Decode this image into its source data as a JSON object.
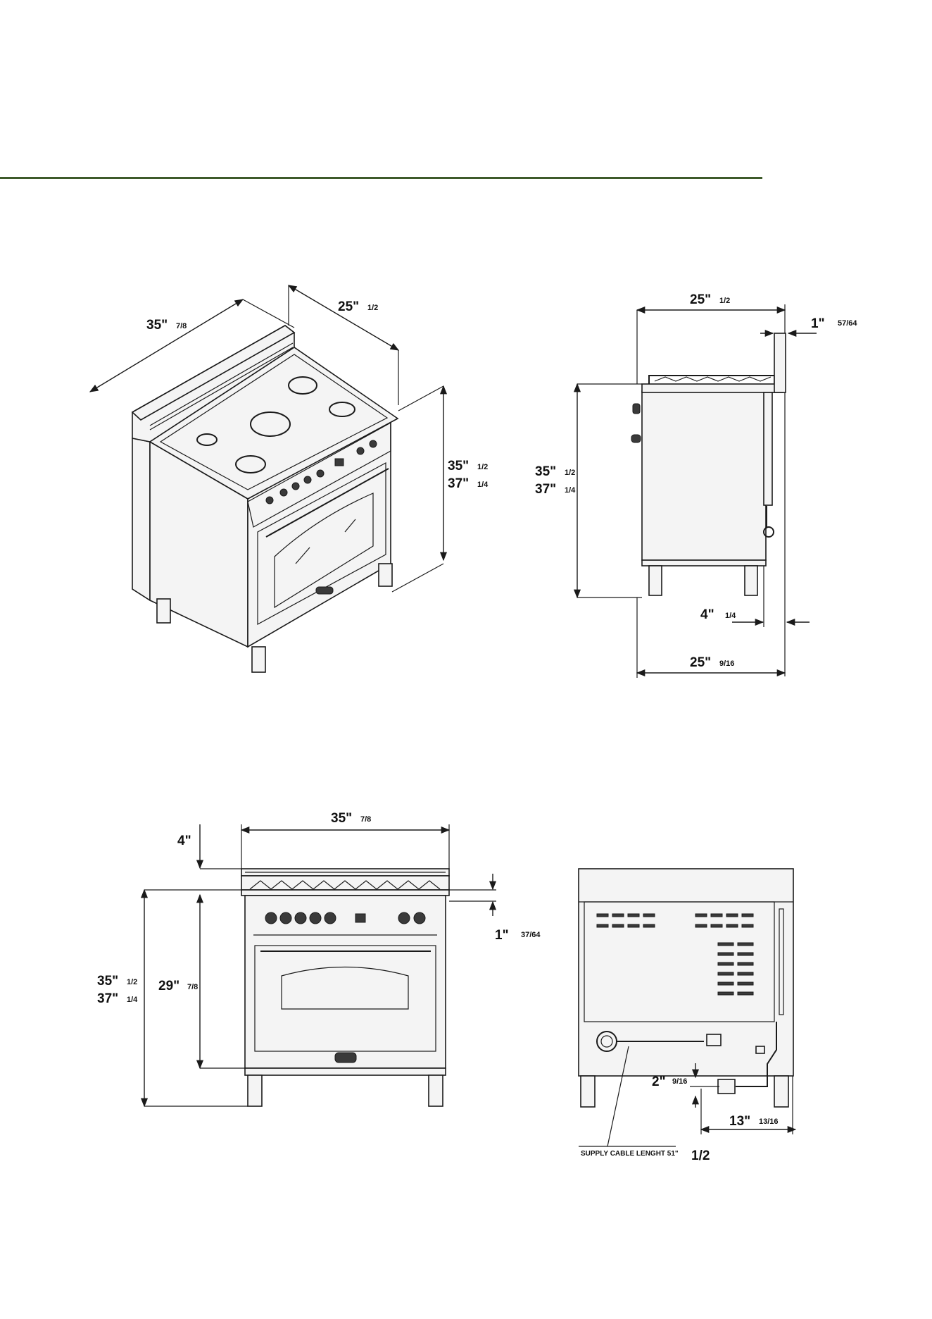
{
  "header": {
    "rule_color": "#3d5a2a"
  },
  "iso_view": {
    "width": "35\"",
    "width_frac": "7/8",
    "depth": "25\"",
    "depth_frac": "1/2",
    "height_min": "35\"",
    "height_min_frac": "1/2",
    "height_max": "37\"",
    "height_max_frac": "1/4"
  },
  "side_view": {
    "top_depth": "25\"",
    "top_depth_frac": "1/2",
    "backguard": "1\"",
    "backguard_frac": "57/64",
    "height_min": "35\"",
    "height_min_frac": "1/2",
    "height_max": "37\"",
    "height_max_frac": "1/4",
    "foot_offset": "4\"",
    "foot_offset_frac": "1/4",
    "base_depth": "25\"",
    "base_depth_frac": "9/16"
  },
  "front_view": {
    "width": "35\"",
    "width_frac": "7/8",
    "backguard_height": "4\"",
    "grate": "1\"",
    "grate_frac": "37/64",
    "height_min": "35\"",
    "height_min_frac": "1/2",
    "height_max": "37\"",
    "height_max_frac": "1/4",
    "body_height": "29\"",
    "body_height_frac": "7/8"
  },
  "rear_view": {
    "connection_height": "2\"",
    "connection_height_frac": "9/16",
    "connection_offset": "13\"",
    "connection_offset_frac": "13/16",
    "cable_note": "SUPPLY CABLE LENGHT 51\"",
    "cable_note_frac": "1/2"
  }
}
